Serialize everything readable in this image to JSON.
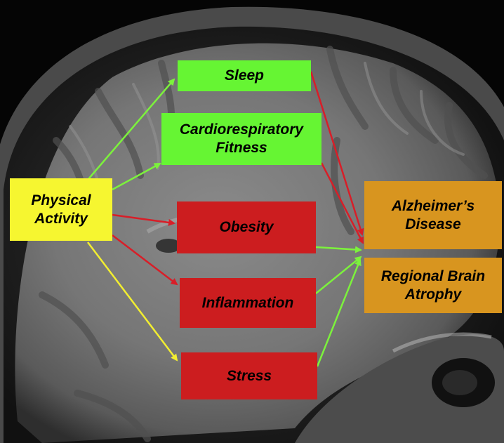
{
  "nodes": {
    "physical_activity": "Physical\nActivity",
    "sleep": "Sleep",
    "cardiorespiratory_fitness": "Cardiorespiratory\nFitness",
    "obesity": "Obesity",
    "inflammation": "Inflammation",
    "stress": "Stress",
    "alzheimers_disease": "Alzheimer’s\nDisease",
    "regional_brain_atrophy": "Regional Brain\nAtrophy"
  },
  "colors": {
    "protective": "#66f533",
    "harmful": "#cc1d1f",
    "source": "#f6f630",
    "outcome": "#d8951f",
    "arrow_green": "#7cf23c",
    "arrow_red": "#d81e28",
    "arrow_yellow": "#f2ee30"
  },
  "background": "sagittal-brain-mri"
}
